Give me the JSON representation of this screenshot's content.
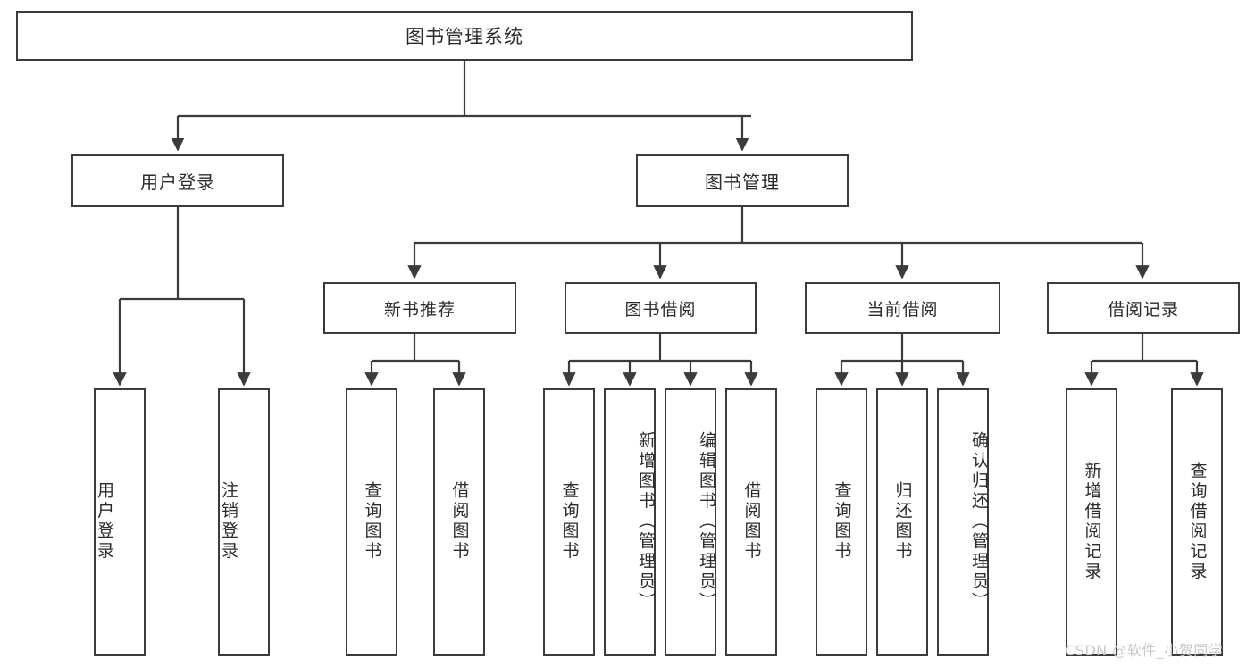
{
  "diagram": {
    "title": "图书管理系统",
    "type": "tree-hierarchy-diagram",
    "colors": {
      "background": "#ffffff",
      "box_border": "#3b3b3b",
      "text": "#2b2b2b",
      "edge": "#3b3b3b",
      "watermark": "#c9c9c9"
    },
    "root": {
      "label": "图书管理系统"
    },
    "level1": [
      {
        "label": "用户登录"
      },
      {
        "label": "图书管理"
      }
    ],
    "level2": [
      {
        "label": "新书推荐"
      },
      {
        "label": "图书借阅"
      },
      {
        "label": "当前借阅"
      },
      {
        "label": "借阅记录"
      }
    ],
    "leaves": {
      "user_login": [
        {
          "label": "用户登录"
        },
        {
          "label": "注销登录"
        }
      ],
      "new_book_recommend": [
        {
          "label": "查询图书"
        },
        {
          "label": "借阅图书"
        }
      ],
      "book_borrow": [
        {
          "label": "查询图书"
        },
        {
          "label": "新增图书（管理员）"
        },
        {
          "label": "编辑图书（管理员）"
        },
        {
          "label": "借阅图书"
        }
      ],
      "current_borrow": [
        {
          "label": "查询图书"
        },
        {
          "label": "归还图书"
        },
        {
          "label": "确认归还（管理员）"
        }
      ],
      "borrow_record": [
        {
          "label": "新增借阅记录"
        },
        {
          "label": "查询借阅记录"
        }
      ]
    }
  },
  "watermark": {
    "text": "CSDN @软件_小贺同学"
  }
}
